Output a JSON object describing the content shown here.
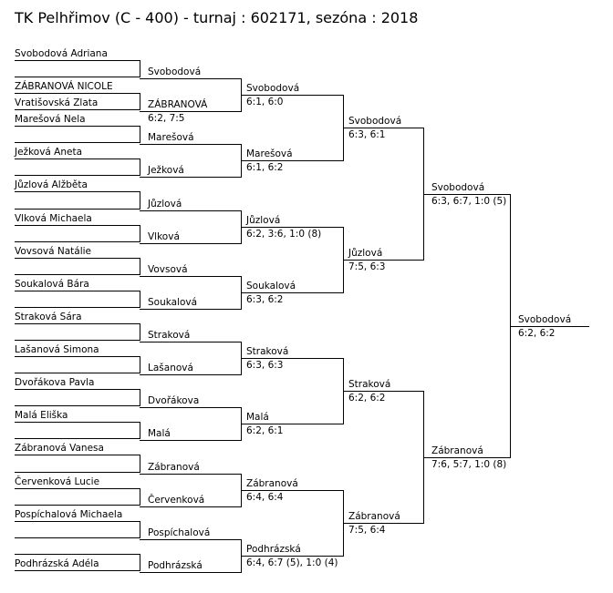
{
  "title": "TK Pelhřimov (C - 400) - turnaj : 602171, sezóna : 2018",
  "players": [
    "Svobodová Adriana",
    "ZÁBRANOVÁ NICOLE",
    "Vratišovská Zlata",
    "Marešová Nela",
    "Ježková Aneta",
    "Jůzlová Alžběta",
    "Vlková Michaela",
    "Vovsová Natálie",
    "Soukalová Bára",
    "Straková Sára",
    "Lašanová Simona",
    "Dvořákova Pavla",
    "Malá Eliška",
    "Zábranová Vanesa",
    "Červenková Lucie",
    "Pospíchalová Michaela",
    "Podhrázská Adéla"
  ],
  "round1": [
    {
      "name": "Svobodová",
      "score": ""
    },
    {
      "name": "ZÁBRANOVÁ",
      "score": "6:2, 7:5"
    },
    {
      "name": "Marešová",
      "score": ""
    },
    {
      "name": "Ježková",
      "score": ""
    },
    {
      "name": "Jůzlová",
      "score": ""
    },
    {
      "name": "Vlková",
      "score": ""
    },
    {
      "name": "Vovsová",
      "score": ""
    },
    {
      "name": "Soukalová",
      "score": ""
    },
    {
      "name": "Straková",
      "score": ""
    },
    {
      "name": "Lašanová",
      "score": ""
    },
    {
      "name": "Dvořákova",
      "score": ""
    },
    {
      "name": "Malá",
      "score": ""
    },
    {
      "name": "Zábranová",
      "score": ""
    },
    {
      "name": "Červenková",
      "score": ""
    },
    {
      "name": "Pospíchalová",
      "score": ""
    },
    {
      "name": "Podhrázská",
      "score": ""
    }
  ],
  "round2": [
    {
      "name": "Svobodová",
      "score": "6:1, 6:0"
    },
    {
      "name": "Marešová",
      "score": "6:1, 6:2"
    },
    {
      "name": "Jůzlová",
      "score": "6:2, 3:6, 1:0 (8)"
    },
    {
      "name": "Soukalová",
      "score": "6:3, 6:2"
    },
    {
      "name": "Straková",
      "score": "6:3, 6:3"
    },
    {
      "name": "Malá",
      "score": "6:2, 6:1"
    },
    {
      "name": "Zábranová",
      "score": "6:4, 6:4"
    },
    {
      "name": "Podhrázská",
      "score": "6:4, 6:7 (5), 1:0 (4)"
    }
  ],
  "round3": [
    {
      "name": "Svobodová",
      "score": "6:3, 6:1"
    },
    {
      "name": "Jůzlová",
      "score": "7:5, 6:3"
    },
    {
      "name": "Straková",
      "score": "6:2, 6:2"
    },
    {
      "name": "Zábranová",
      "score": "7:5, 6:4"
    }
  ],
  "semifinal": [
    {
      "name": "Svobodová",
      "score": "6:3, 6:7, 1:0 (5)"
    },
    {
      "name": "Zábranová",
      "score": "7:6, 5:7, 1:0 (8)"
    }
  ],
  "final": {
    "name": "Svobodová",
    "score": "6:2, 6:2"
  }
}
